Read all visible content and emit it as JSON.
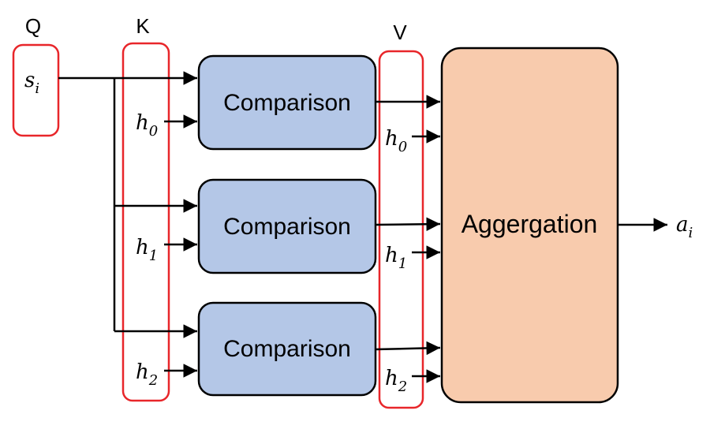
{
  "group_labels": {
    "q": "Q",
    "k": "K",
    "v": "V"
  },
  "query": {
    "base": "s",
    "sub": "i"
  },
  "keys": [
    {
      "base": "h",
      "sub": "0"
    },
    {
      "base": "h",
      "sub": "1"
    },
    {
      "base": "h",
      "sub": "2"
    }
  ],
  "values": [
    {
      "base": "h",
      "sub": "0"
    },
    {
      "base": "h",
      "sub": "1"
    },
    {
      "base": "h",
      "sub": "2"
    }
  ],
  "comparison_blocks": [
    {
      "label": "Comparison"
    },
    {
      "label": "Comparison"
    },
    {
      "label": "Comparison"
    }
  ],
  "aggregation_block": {
    "label": "Aggergation"
  },
  "output": {
    "base": "a",
    "sub": "i"
  },
  "colors": {
    "comparison_fill": "#b4c7e7",
    "aggregation_fill": "#f8cbad",
    "group_outline": "#e8262a",
    "stroke": "#000000"
  }
}
